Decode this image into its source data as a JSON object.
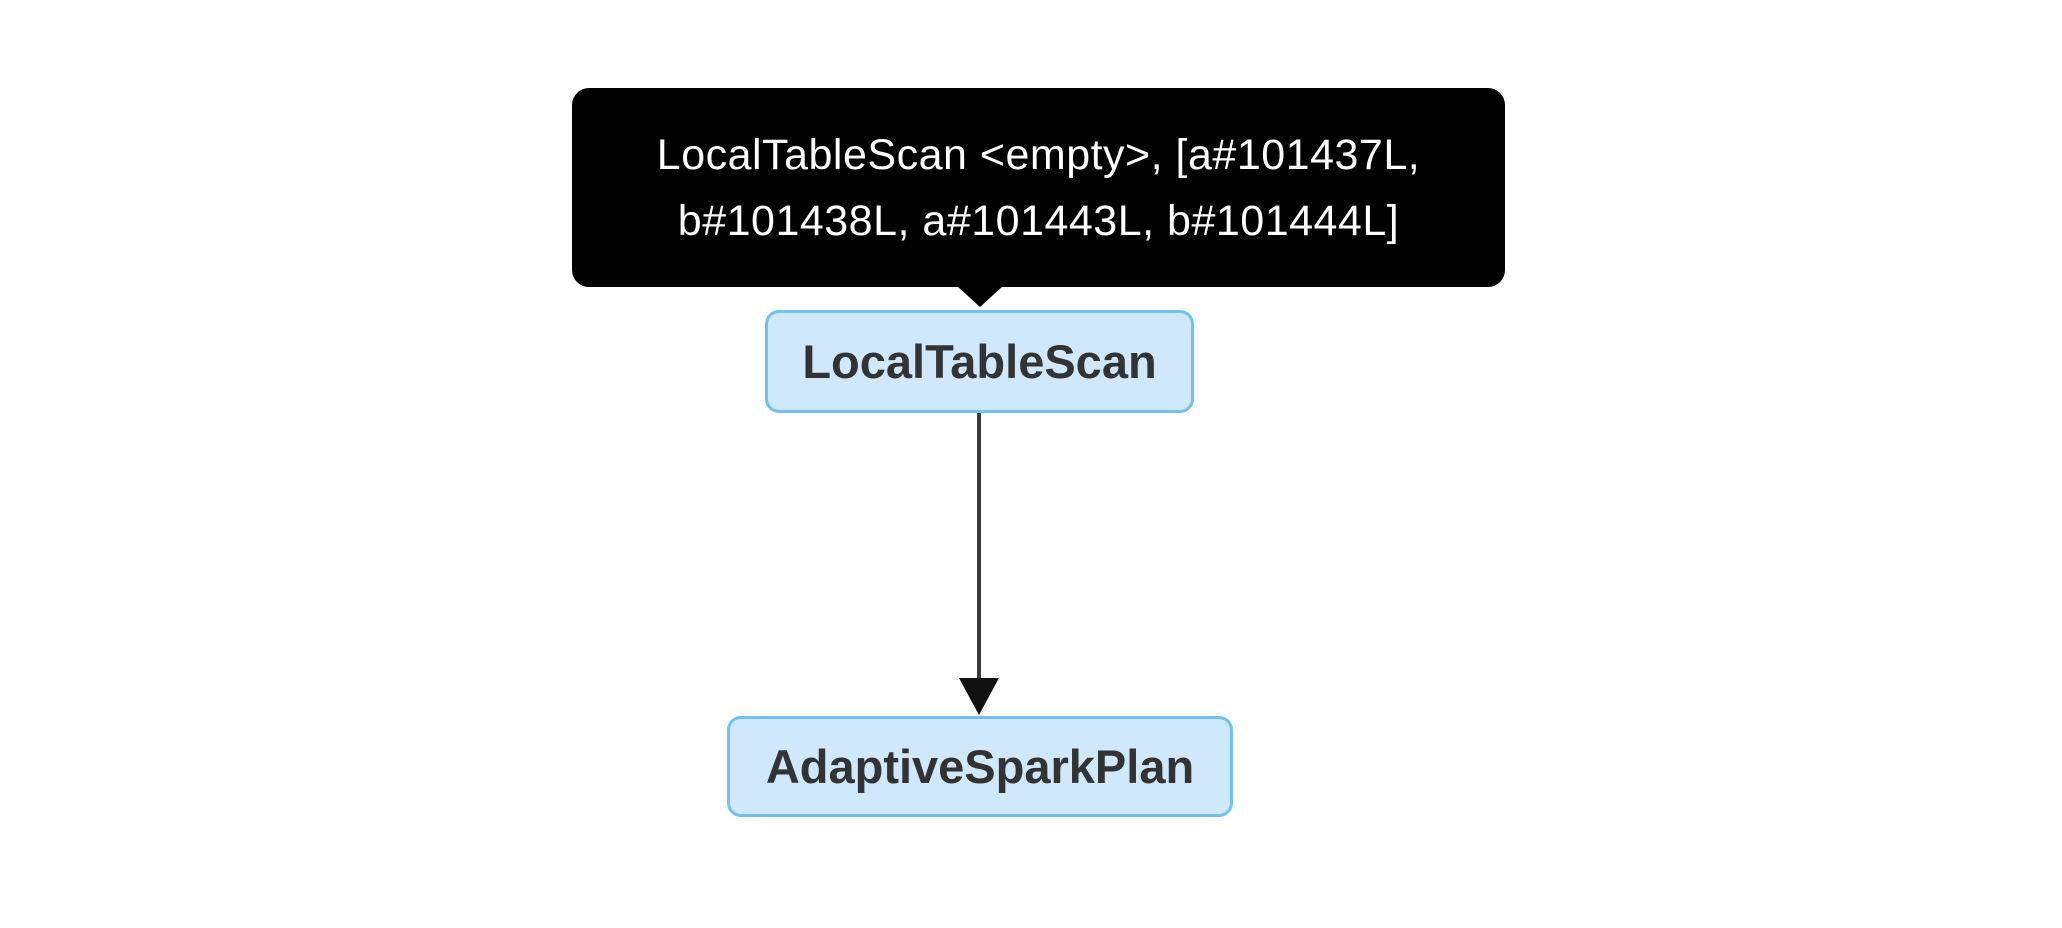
{
  "diagram": {
    "type": "query-plan-dag",
    "tooltip": {
      "lines": [
        "LocalTableScan <empty>, [a#101437L,",
        "b#101438L, a#101443L, b#101444L]"
      ]
    },
    "nodes": [
      {
        "id": "localtablescan",
        "label": "LocalTableScan"
      },
      {
        "id": "adaptivesparkplan",
        "label": "AdaptiveSparkPlan"
      }
    ],
    "edges": [
      {
        "from": "LocalTableScan",
        "to": "AdaptiveSparkPlan",
        "direction": "down"
      }
    ],
    "colors": {
      "background": "#ffffff",
      "node_fill": "#cfe8fc",
      "node_border": "#6fc2f3",
      "node_text": "#333333",
      "tooltip_bg": "#000000",
      "tooltip_text": "#ffffff",
      "edge_line": "#3a3a3a",
      "edge_arrowhead": "#111111"
    }
  }
}
